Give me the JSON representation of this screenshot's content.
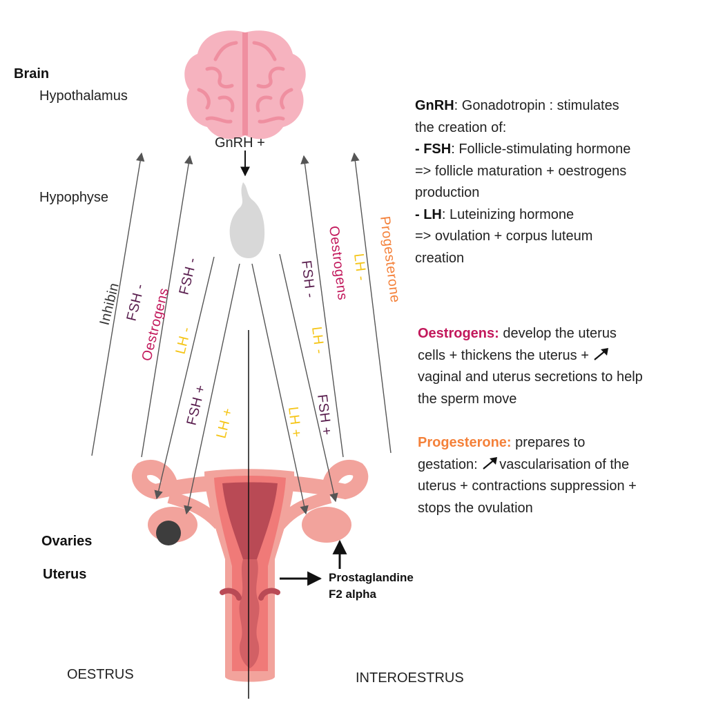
{
  "colors": {
    "arrow": "#555555",
    "black_arrow": "#111111",
    "brain": "#f6b3bf",
    "brain_line": "#ef8fa0",
    "pituitary": "#d8d8d8",
    "uterus_outer": "#f2a39c",
    "uterus_mid": "#f07a78",
    "uterus_inner": "#b94a55",
    "ovary_dark": "#3d3d3d",
    "fsh": "#5a1f4f",
    "oestrogens": "#c2185b",
    "lh": "#f5c518",
    "progesterone": "#f4813a",
    "inhibin": "#333333"
  },
  "labels": {
    "brain": "Brain",
    "hypothalamus": "Hypothalamus",
    "hypophyse": "Hypophyse",
    "ovaries": "Ovaries",
    "uterus": "Uterus",
    "gnrh_plus": "GnRH +",
    "oestrus": "OESTRUS",
    "interoestrus": "INTEROESTRUS",
    "prostaglandine_1": "Prostaglandine",
    "prostaglandine_2": "F2 alpha"
  },
  "hormone_labels": {
    "inhibin": "Inhibin",
    "fsh_minus_a": "FSH -",
    "oestrogens_a": "Oestrogens",
    "fsh_minus_b": "FSH -",
    "lh_minus_a": "LH -",
    "fsh_plus_a": "FSH +",
    "lh_plus_a": "LH +",
    "fsh_minus_c": "FSH -",
    "oestrogens_b": "Oestrogens",
    "lh_minus_b": "LH -",
    "lh_minus_c": "LH -",
    "progesterone": "Progesterone",
    "lh_plus_b": "LH +",
    "fsh_plus_b": "FSH +"
  },
  "info": {
    "gnrh_term": "GnRH",
    "gnrh_text_1": ": Gonadotropin : stimulates",
    "gnrh_text_2": "the creation of:",
    "fsh_term": "- FSH",
    "fsh_text_1": ": Follicle-stimulating hormone",
    "fsh_text_2": "=> follicle maturation + oestrogens",
    "fsh_text_3": "production",
    "lh_term": "- LH",
    "lh_text_1": ": Luteinizing hormone",
    "lh_text_2": "=> ovulation + corpus luteum",
    "lh_text_3": "creation",
    "oestrogens_term": "Oestrogens:",
    "oestrogens_text_1": "develop the uterus",
    "oestrogens_text_2": "cells + thickens the uterus +",
    "oestrogens_text_3": "vaginal and uterus secretions to help",
    "oestrogens_text_4": "the sperm move",
    "progesterone_term": "Progesterone:",
    "progesterone_text_1": "prepares to",
    "progesterone_text_2a": "gestation:",
    "progesterone_text_2b": "vascularisation of the",
    "progesterone_text_3": "uterus + contractions suppression +",
    "progesterone_text_4": "stops the ovulation"
  }
}
